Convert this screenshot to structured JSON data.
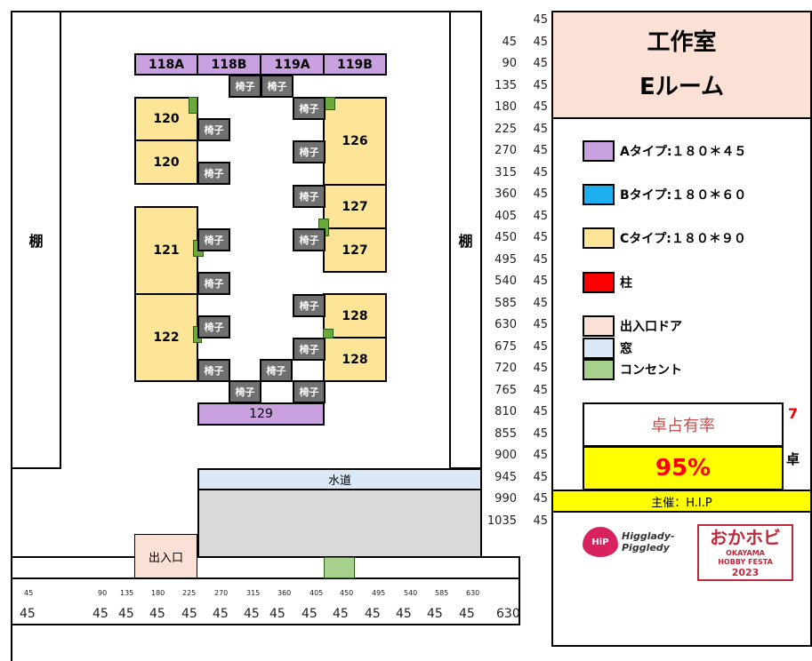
{
  "room": {
    "shelf_left": "棚",
    "shelf_right": "棚",
    "sink": "水道",
    "entrance": "出入口"
  },
  "tables": [
    {
      "id": "118A",
      "type": "A"
    },
    {
      "id": "118B",
      "type": "A"
    },
    {
      "id": "119A",
      "type": "A"
    },
    {
      "id": "119B",
      "type": "A"
    },
    {
      "id": "120",
      "type": "C"
    },
    {
      "id": "120",
      "type": "C"
    },
    {
      "id": "121",
      "type": "C"
    },
    {
      "id": "122",
      "type": "C"
    },
    {
      "id": "126",
      "type": "C"
    },
    {
      "id": "127",
      "type": "C"
    },
    {
      "id": "127",
      "type": "C"
    },
    {
      "id": "128",
      "type": "C"
    },
    {
      "id": "128",
      "type": "C"
    },
    {
      "id": "129",
      "type": "A"
    }
  ],
  "chair_label": "椅子",
  "right_ruler": {
    "cumulative": [
      "",
      "45",
      "90",
      "135",
      "180",
      "225",
      "270",
      "315",
      "360",
      "405",
      "450",
      "495",
      "540",
      "585",
      "630",
      "675",
      "720",
      "765",
      "810",
      "855",
      "900",
      "945",
      "990",
      "1035"
    ],
    "step": "45"
  },
  "bottom_ruler": {
    "cumulative": [
      "45",
      "90",
      "135",
      "180",
      "225",
      "270",
      "315",
      "360",
      "405",
      "450",
      "495",
      "540",
      "585",
      "630"
    ],
    "steps": [
      "45",
      "45",
      "45",
      "45",
      "45",
      "45",
      "45",
      "45",
      "45",
      "45",
      "45",
      "45",
      "45",
      "45"
    ],
    "total": "630"
  },
  "panel": {
    "title1": "工作室",
    "title2": "Eルーム",
    "legend": [
      {
        "label": "Aタイプ:１８０＊４５",
        "color": "#c9a0e0"
      },
      {
        "label": "Bタイプ:１８０＊６０",
        "color": "#1eb0ee"
      },
      {
        "label": "Cタイプ:１８０＊９０",
        "color": "#fde598"
      },
      {
        "label": "柱",
        "color": "#ff0000"
      },
      {
        "label": "出入口ドア",
        "color": "#fbe1d5"
      },
      {
        "label": "窓",
        "color": "#dbe8f5"
      },
      {
        "label": "コンセント",
        "color": "#a8d08d"
      }
    ],
    "occupancy_label": "卓占有率",
    "occupancy_value": "95%",
    "table_count": "7",
    "table_unit": "卓",
    "organizer": "主催：H.I.P",
    "logo1": "Higglady-Piggledy",
    "logo2": "おかホビ OKAYAMA HOBBY FESTA 2023"
  }
}
